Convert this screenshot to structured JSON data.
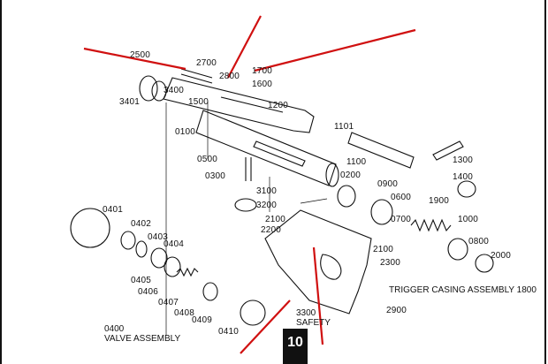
{
  "diagram": {
    "page_number": "10",
    "assembly_labels": {
      "valve_assembly_code": "0400",
      "valve_assembly_name": "VALVE ASSEMBLY",
      "trigger_casing": "TRIGGER CASING ASSEMBLY 1800",
      "safety_code": "3300",
      "safety_name": "SAFETY"
    },
    "parts": [
      "2500",
      "2700",
      "2800",
      "1700",
      "1600",
      "3400",
      "3401",
      "1500",
      "1200",
      "0100",
      "1101",
      "1100",
      "1300",
      "0500",
      "0300",
      "0200",
      "0900",
      "1400",
      "3100",
      "3200",
      "0600",
      "1900",
      "2100",
      "2200",
      "0700",
      "1000",
      "0800",
      "2000",
      "0401",
      "0402",
      "0403",
      "0404",
      "0405",
      "0406",
      "0407",
      "0408",
      "0409",
      "0410",
      "2300",
      "2900"
    ],
    "colors": {
      "ink": "#111111",
      "annotation": "#d01010"
    }
  }
}
